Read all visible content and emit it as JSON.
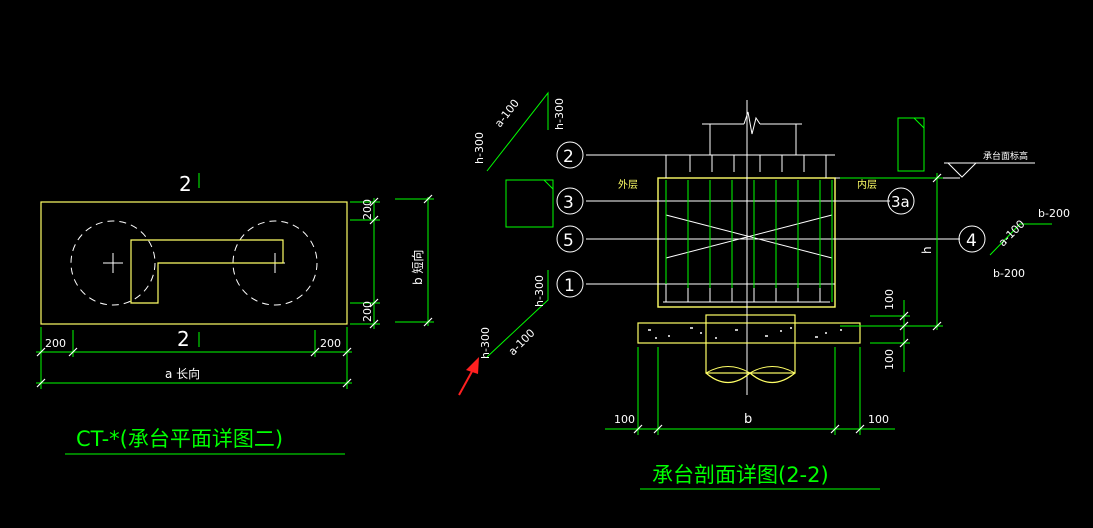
{
  "plan": {
    "section_mark_top": "2",
    "section_mark_bottom": "2",
    "dim_200_top": "200",
    "dim_200_bottom": "200",
    "dim_b_label": "b 短向",
    "dim_200_left": "200",
    "dim_200_right": "200",
    "dim_a_label": "a  长向",
    "title": "CT-*(承台平面详图二)"
  },
  "section": {
    "note_a100_top": "a-100",
    "note_h300_top_right": "h-300",
    "note_h300_top_left": "h-300",
    "note_h300_mid": "h-300",
    "note_h300_bottom": "h-300",
    "note_a100_bottom": "a-100",
    "label_outer": "外层",
    "label_inner": "内层",
    "label_cap_top_elev": "承台面标高",
    "bubble_2": "2",
    "bubble_3": "3",
    "bubble_5": "5",
    "bubble_1": "1",
    "bubble_3a": "3a",
    "bubble_4": "4",
    "note_b200_top": "b-200",
    "note_a100_right": "a-100",
    "note_b200_bottom": "b-200",
    "dim_h": "h",
    "dim_100_a": "100",
    "dim_100_b": "100",
    "dim_100_left": "100",
    "dim_b": "b",
    "dim_100_right": "100",
    "title": "承台剖面详图(2-2)"
  },
  "colors": {
    "background": "#000000",
    "outline": "#ffff66",
    "dimension": "#00ff00",
    "rebar": "#ffffff",
    "text": "#ffffff",
    "arrow": "#ff2020"
  }
}
